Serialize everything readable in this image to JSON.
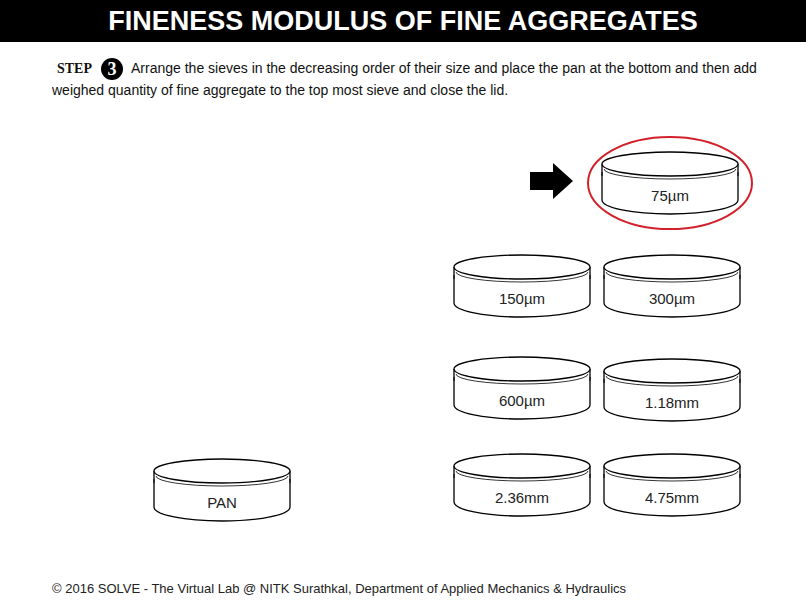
{
  "diagram": {
    "title": "FINENESS MODULUS OF FINE AGGREGATES",
    "nodes": [
      {
        "text": [
          "75µm"
        ]
      },
      {
        "text": [
          "150µm"
        ]
      },
      {
        "text": [
          "300µm"
        ]
      },
      {
        "text": [
          "600µm"
        ]
      },
      {
        "text": [
          "1.18mm"
        ]
      },
      {
        "text": [
          "PAN"
        ]
      },
      {
        "text": [
          "2.36mm"
        ]
      },
      {
        "text": [
          "4.75mm"
        ]
      }
    ],
    "labels": [
      "STEP",
      "3",
      "Arrange the sieves in the decreasing order of their size and place the pan at the bottom and then add weighed quantity of fine aggregate to the top most sieve and close the lid.",
      "© 2016 SOLVE - The Virtual Lab @ NITK Surathkal, Department of Applied Mechanics & Hydraulics"
    ]
  }
}
